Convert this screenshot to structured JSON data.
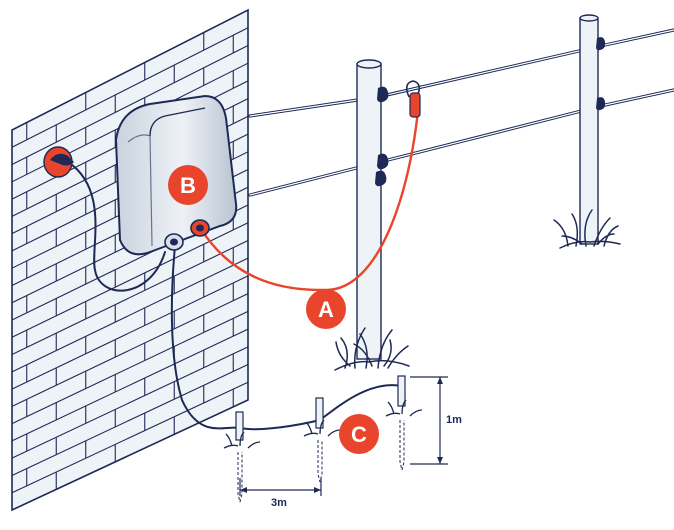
{
  "labels": {
    "a": "A",
    "b": "B",
    "c": "C"
  },
  "dimensions": {
    "depth": "1m",
    "spacing": "3m"
  },
  "colors": {
    "navy": "#1e2a55",
    "label_red": "#e8452c",
    "lead_red": "#e8452c",
    "energiser_body": "#d8dfe8",
    "post_fill": "#eef3f7",
    "brick_fill": "#eef3f7"
  },
  "icons": {
    "wall": "brick-wall-icon",
    "energiser": "energiser-icon",
    "power_socket": "power-socket-icon",
    "insulator": "insulator-icon",
    "earth_stake": "earth-stake-icon",
    "grass": "grass-tuft-icon"
  }
}
